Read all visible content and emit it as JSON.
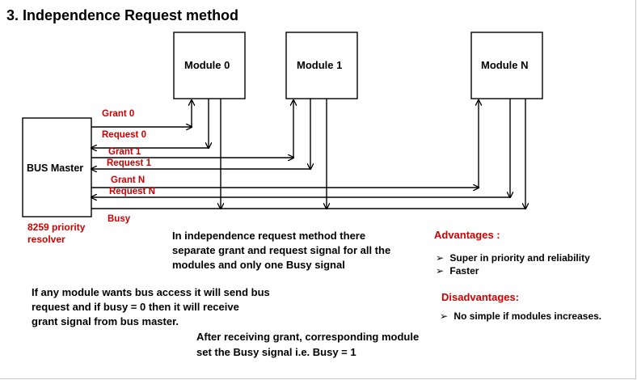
{
  "title": "3.  Independence Request method",
  "modules": [
    "Module 0",
    "Module 1",
    "Module N"
  ],
  "bus_master": "BUS Master",
  "resolver": [
    "8259 priority",
    "resolver"
  ],
  "signals": {
    "grant0": "Grant 0",
    "request0": "Request 0",
    "grant1": "Grant 1",
    "request1": "Request 1",
    "grantN": "Grant N",
    "requestN": "Request N",
    "busy": "Busy"
  },
  "description": [
    "In independence request method there",
    "separate grant and request signal for all the",
    "modules and only one Busy signal"
  ],
  "access_note": [
    "If any module wants bus access it will send bus",
    "request and if busy = 0 then it will receive",
    "grant signal from bus master."
  ],
  "grant_note": [
    "After receiving grant, corresponding module",
    "set the Busy signal i.e. Busy = 1"
  ],
  "advantages": {
    "heading": "Advantages :",
    "items": [
      "Super in priority and reliability",
      "Faster"
    ]
  },
  "disadvantages": {
    "heading": "Disadvantages:",
    "items": [
      "No simple if modules increases."
    ]
  },
  "bullet_symbol": "➢"
}
